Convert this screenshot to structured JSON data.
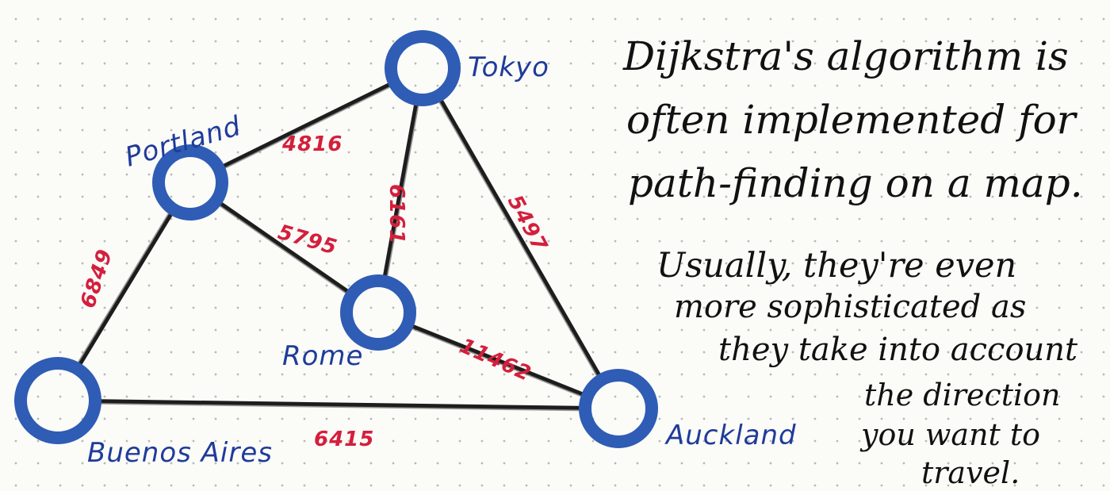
{
  "diagram": {
    "nodes": [
      {
        "id": "tokyo",
        "label": "Tokyo"
      },
      {
        "id": "portland",
        "label": "Portland"
      },
      {
        "id": "rome",
        "label": "Rome"
      },
      {
        "id": "buenos-aires",
        "label": "Buenos Aires"
      },
      {
        "id": "auckland",
        "label": "Auckland"
      }
    ],
    "edges": [
      {
        "from": "portland",
        "to": "tokyo",
        "weight": "4816"
      },
      {
        "from": "rome",
        "to": "tokyo",
        "weight": "6161"
      },
      {
        "from": "tokyo",
        "to": "auckland",
        "weight": "5497"
      },
      {
        "from": "portland",
        "to": "rome",
        "weight": "5795"
      },
      {
        "from": "portland",
        "to": "buenos-aires",
        "weight": "6849"
      },
      {
        "from": "rome",
        "to": "auckland",
        "weight": "11462"
      },
      {
        "from": "buenos-aires",
        "to": "auckland",
        "weight": "6415"
      }
    ],
    "colors": {
      "node": "#2f5cb4",
      "node_label": "#1f3b9a",
      "weight": "#d41f3c",
      "edge": "#1d1d1d"
    }
  },
  "note": {
    "lines": [
      "Dijkstra's algorithm is",
      "often implemented for",
      "path-finding on a map.",
      "Usually, they're even",
      "more sophisticated as",
      "they take into account",
      "the direction",
      "you want to",
      "travel."
    ]
  }
}
